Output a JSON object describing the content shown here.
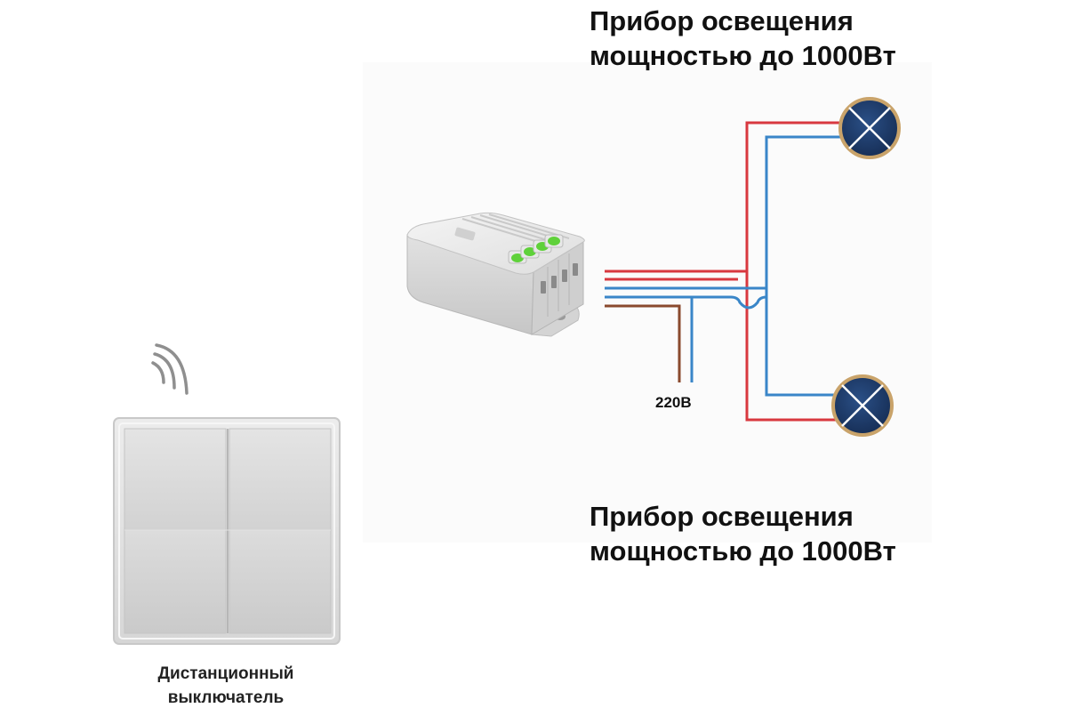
{
  "diagram": {
    "lamp_label_top": {
      "line1": "Прибор освещения",
      "line2": "мощностью до 1000Вт"
    },
    "lamp_label_bottom": {
      "line1": "Прибор освещения",
      "line2": "мощностью до 1000Вт"
    },
    "voltage_label": "220В",
    "switch_label": {
      "line1": "Дистанционный",
      "line2": "выключатель"
    }
  },
  "colors": {
    "wire_phase": "#d8383f",
    "wire_neutral": "#3a86c8",
    "wire_supply": "#8a4a2e",
    "lamp_fill": "#1c3a66",
    "lamp_rim": "#c9a36a",
    "module_green": "#5fd13a"
  },
  "icons": {
    "signal": "wireless-signal-icon",
    "lamp": "lamp-symbol-icon",
    "relay": "relay-module-icon",
    "switch": "wall-switch-icon"
  }
}
